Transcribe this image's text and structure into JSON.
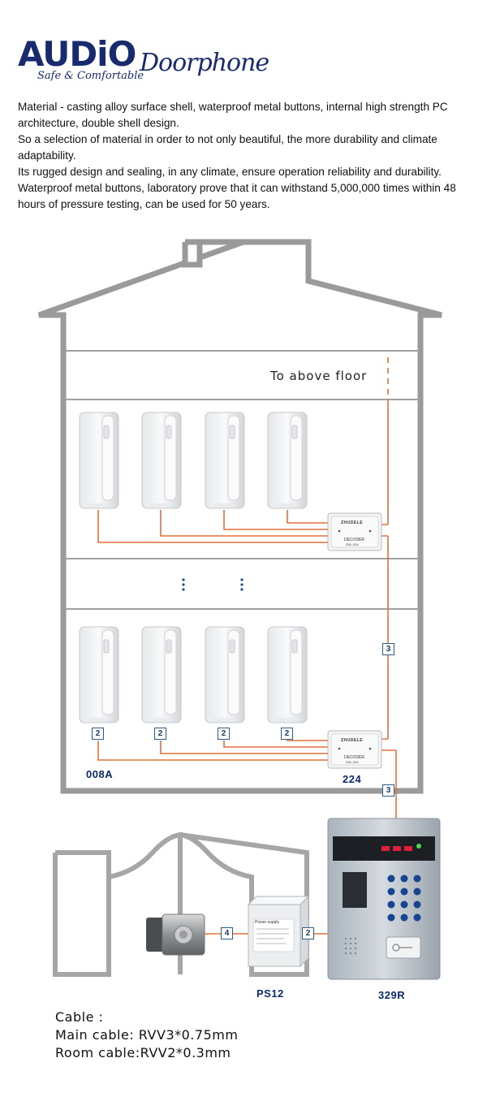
{
  "brand": {
    "name": "AUDiO",
    "product": "Doorphone",
    "tagline": "Safe & Comfortable"
  },
  "description": [
    "Material - casting alloy surface shell, waterproof metal buttons, internal high strength PC architecture, double shell design.",
    "So a selection of material in order to not only beautiful, the more durability and climate adaptability.",
    "Its rugged design and sealing, in any climate, ensure operation reliability and durability.",
    "Waterproof metal buttons, laboratory prove that it can withstand 5,000,000 times within 48 hours of pressure testing, can be used for 50 years."
  ],
  "diagram": {
    "above_floor": "To above floor",
    "handset_model": "008A",
    "decoder_model": "224",
    "power_model": "PS12",
    "panel_model": "329R",
    "decoder_brand": "ZHUDELE",
    "decoder_text": "DECODER",
    "decoder_sub": "ZDL-224",
    "power_label": "Power supply",
    "badges": {
      "main_vertical": "3",
      "panel_link": "3",
      "room": "2",
      "lock": "4",
      "power_panel": "2"
    }
  },
  "cable": {
    "heading": "Cable :",
    "main": "Main cable:  RVV3*0.75mm",
    "room": "Room cable:RVV2*0.3mm"
  },
  "colors": {
    "brand": "#1a2a6e",
    "wire": "#e2703a",
    "building": "#999999",
    "badge": "#2b5d8c"
  }
}
